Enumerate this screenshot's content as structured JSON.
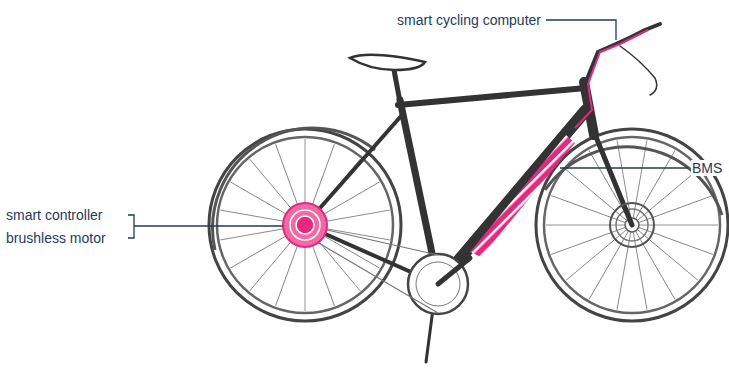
{
  "diagram": {
    "labels": [
      "smart cycling computer",
      "BMS",
      "smart controller",
      "brushless motor"
    ]
  }
}
